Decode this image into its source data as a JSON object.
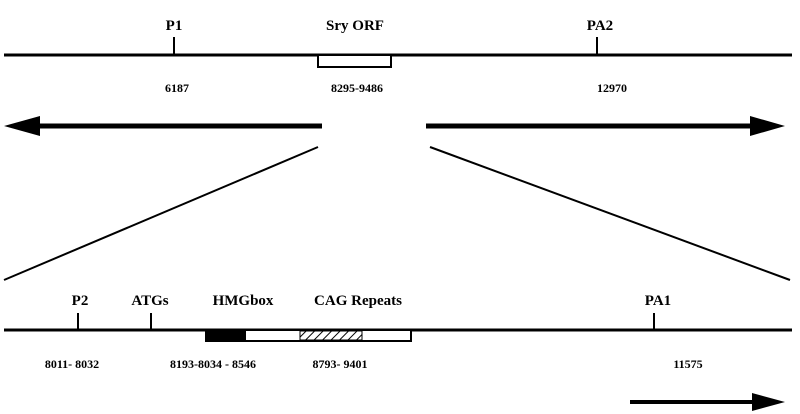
{
  "top_map": {
    "labels": {
      "p1": "P1",
      "sry_orf": "Sry ORF",
      "pa2": "PA2"
    },
    "positions": {
      "p1": "6187",
      "sry_orf": "8295-9486",
      "pa2": "12970"
    }
  },
  "bottom_map": {
    "labels": {
      "p2": "P2",
      "atgs": "ATGs",
      "hmgbox": "HMGbox",
      "cag_repeats": "CAG Repeats",
      "pa1": "PA1"
    },
    "positions": {
      "p2": "8011- 8032",
      "atgs_hmgbox": "8193-8034 - 8546",
      "cag_repeats": "8793- 9401",
      "pa1": "11575"
    }
  },
  "colors": {
    "line": "#000000",
    "hmgbox_fill": "#000000",
    "background": "#ffffff"
  }
}
